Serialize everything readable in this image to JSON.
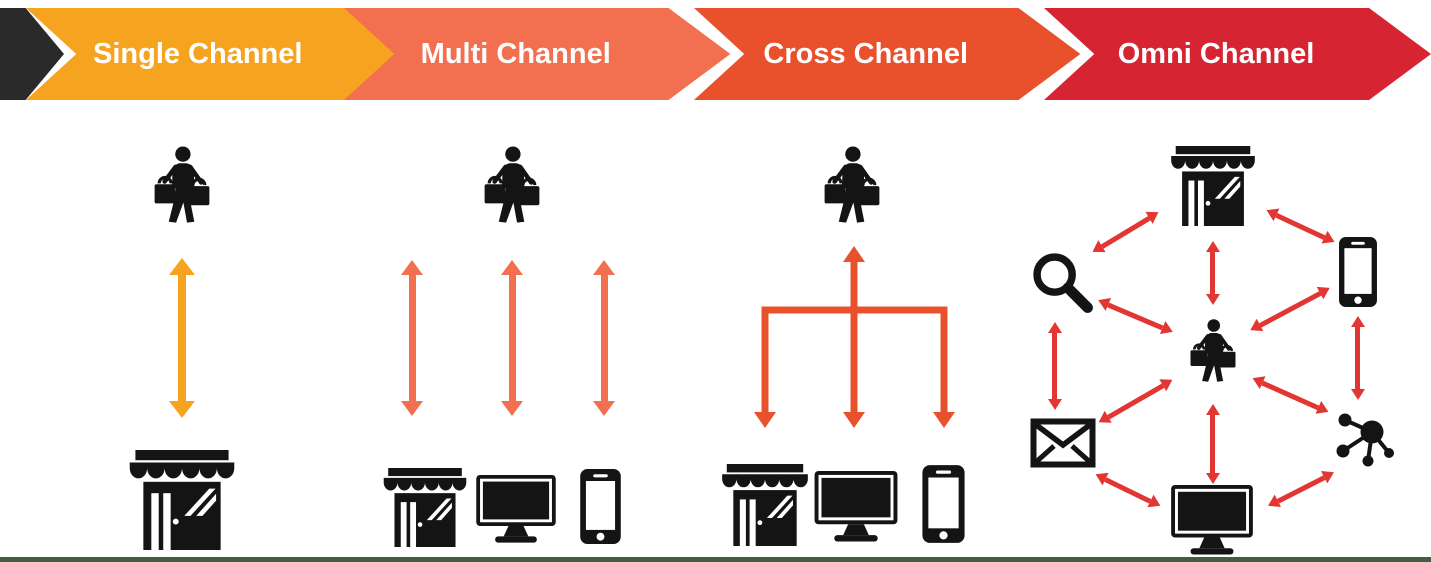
{
  "title": "Channel evolution diagram",
  "banners": [
    {
      "label": "Single Channel",
      "color": "#F6A41F"
    },
    {
      "label": "Multi Channel",
      "color": "#F27050"
    },
    {
      "label": "Cross Channel",
      "color": "#E9512D"
    },
    {
      "label": "Omni Channel",
      "color": "#D62433"
    }
  ],
  "colors": {
    "single_arrow": "#F6A41F",
    "multi_arrow": "#F27050",
    "cross_arrow": "#E9512D",
    "omni_arrow": "#E23632",
    "icon": "#141414",
    "dark_chevron": "#2A2A2A",
    "bottom_strip": "#40603F",
    "background": "#FFFFFF"
  },
  "sections": [
    {
      "name": "Single Channel",
      "customer": "shopper",
      "channels": [
        "store"
      ],
      "connection": "one two-way arrow between shopper and store"
    },
    {
      "name": "Multi Channel",
      "customer": "shopper",
      "channels": [
        "store",
        "desktop",
        "smartphone"
      ],
      "connection": "separate two-way arrows to each channel"
    },
    {
      "name": "Cross Channel",
      "customer": "shopper",
      "channels": [
        "store",
        "desktop",
        "smartphone"
      ],
      "connection": "single branched connector from shopper down to all channels"
    },
    {
      "name": "Omni Channel",
      "customer": "shopper",
      "channels": [
        "store",
        "search",
        "smartphone",
        "network",
        "email",
        "desktop"
      ],
      "connection": "interconnected network of two-way arrows between shopper and all channels"
    }
  ]
}
